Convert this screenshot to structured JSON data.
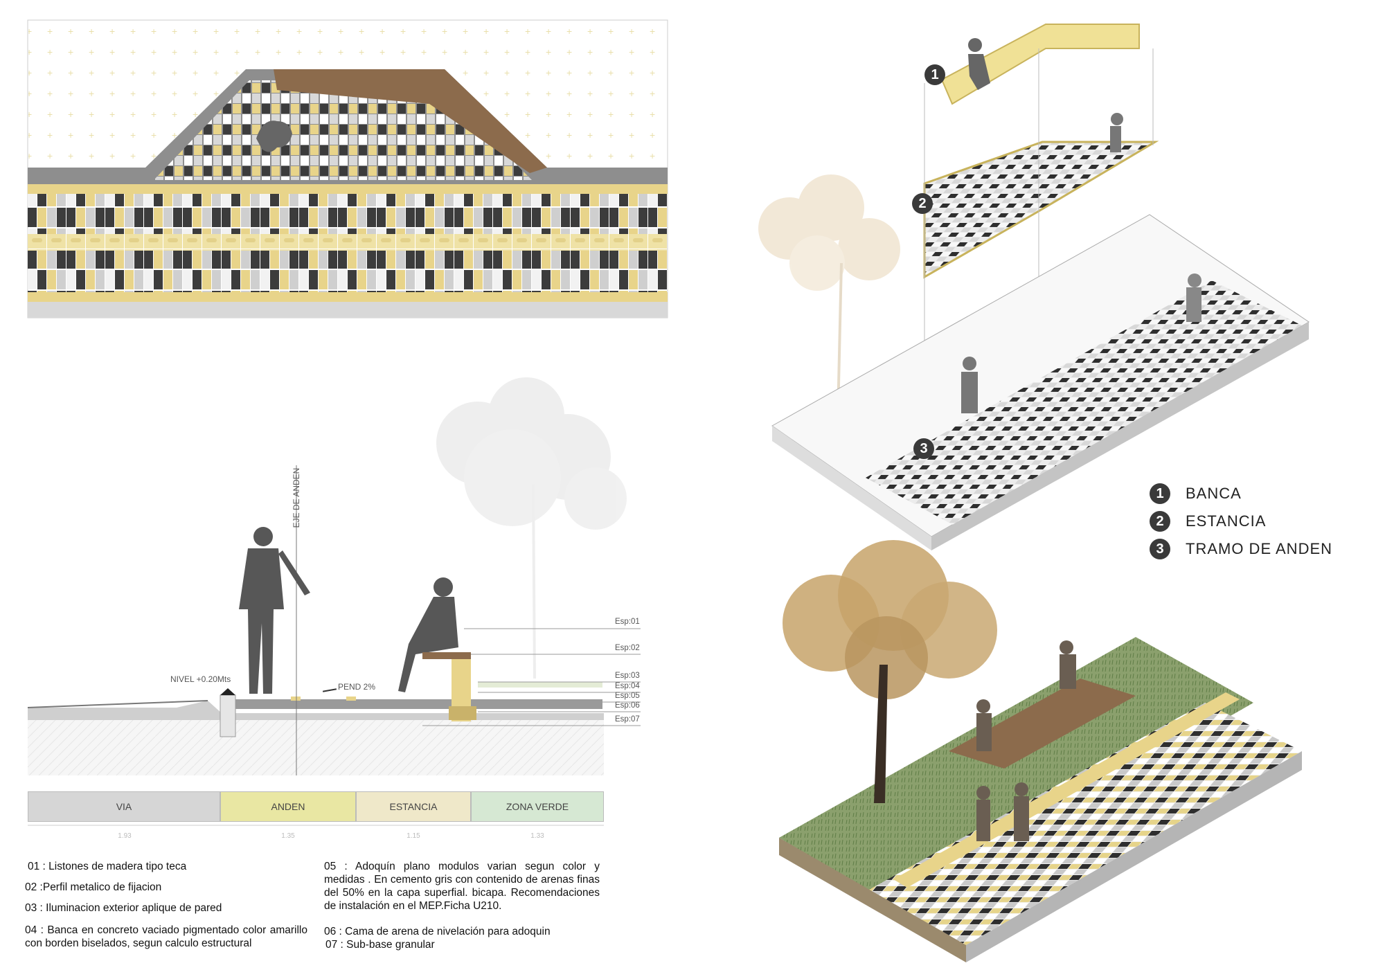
{
  "legend": {
    "items": [
      {
        "num": "1",
        "label": "BANCA"
      },
      {
        "num": "2",
        "label": "ESTANCIA"
      },
      {
        "num": "3",
        "label": "TRAMO DE ANDEN"
      }
    ]
  },
  "section": {
    "axis_label": "EJE DE ANDEN",
    "level_label": "NIVEL +0.20Mts",
    "slope_label": "PEND 2%",
    "esp_labels": [
      "Esp:01",
      "Esp:02",
      "Esp:03",
      "Esp:04",
      "Esp:05",
      "Esp:06",
      "Esp:07"
    ],
    "zones": [
      {
        "label": "VIA",
        "color": "#d6d6d6",
        "dim": "1.93"
      },
      {
        "label": "ANDEN",
        "color": "#e9e7a3",
        "dim": "1.35"
      },
      {
        "label": "ESTANCIA",
        "color": "#efe8c9",
        "dim": "1.15"
      },
      {
        "label": "ZONA VERDE",
        "color": "#d6e8d3",
        "dim": "1.33"
      }
    ]
  },
  "notes": {
    "n01": "01 : Listones de madera tipo teca",
    "n02": "02 :Perfil metalico de fijacion",
    "n03": "03 : Iluminacion exterior aplique de pared",
    "n04": "04 : Banca en concreto vaciado pigmentado color amarillo con borden biselados, segun calculo estructural",
    "n05": "05 : Adoquín plano modulos varian segun color y medidas . En cemento gris con contenido de arenas finas del 50% en la capa superfial. bicapa. Recomendaciones de instalación en el MEP.Ficha U210.",
    "n06": "06 : Cama de arena de nivelación para adoquin",
    "n07": "07 : Sub-base granular"
  },
  "markers": [
    "1",
    "2",
    "3"
  ],
  "colors": {
    "paver_yellow": "#e8d48a",
    "paver_dark": "#3c3c3c",
    "paver_grey": "#cfcfcf",
    "paver_light": "#f2f2f2",
    "wood": "#8a6a4a",
    "ground": "#cfcfcf",
    "dark_figure": "#555555"
  }
}
